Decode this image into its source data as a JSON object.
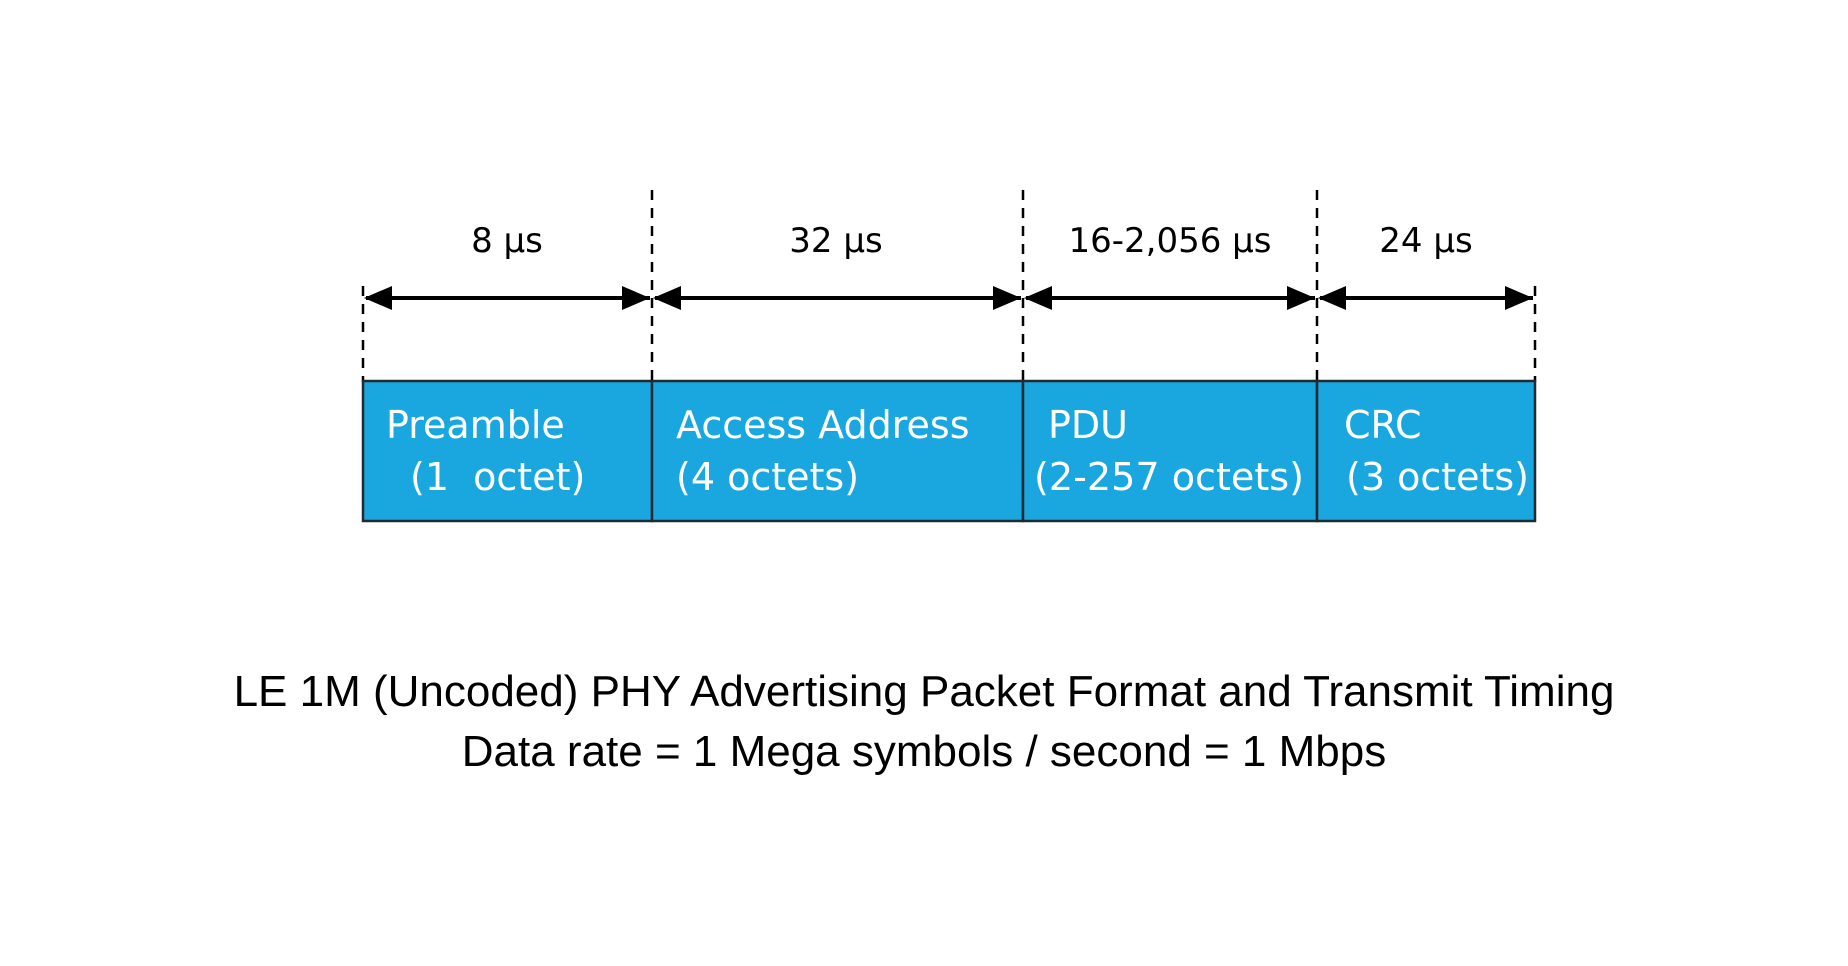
{
  "segments": [
    {
      "name": "Preamble",
      "size": "(1  octet)",
      "duration": "8 µs"
    },
    {
      "name": "Access Address",
      "size": "(4 octets)",
      "duration": "32 µs"
    },
    {
      "name": "PDU",
      "size": "(2-257 octets)",
      "duration": "16-2,056 µs"
    },
    {
      "name": "CRC",
      "size": "(3 octets)",
      "duration": "24 µs"
    }
  ],
  "caption": {
    "line1": "LE 1M (Uncoded) PHY Advertising Packet Format and Transmit Timing",
    "line2": "Data rate = 1 Mega symbols / second = 1 Mbps"
  },
  "colors": {
    "segment_fill": "#1AA7E0",
    "segment_border": "#1f2a33",
    "text_on_segment": "#ffffff",
    "lines": "#000000"
  }
}
